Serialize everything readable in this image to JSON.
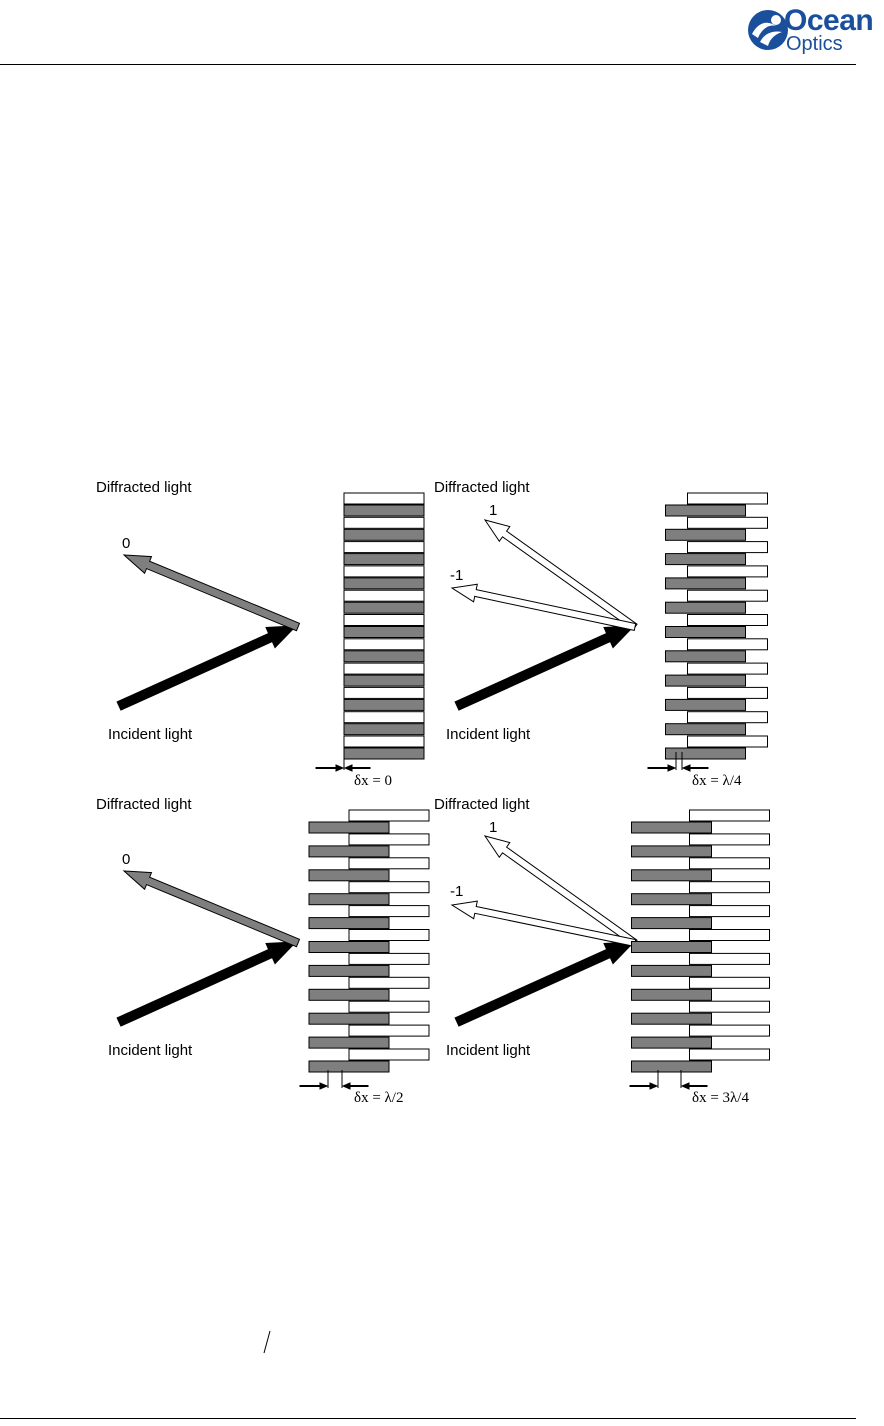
{
  "header": {
    "logo_text_line1": "Ocean",
    "logo_text_line2": "Optics",
    "logo_icon": "ocean-optics-wave-logo"
  },
  "figure": {
    "panels": [
      {
        "id": "a",
        "diffracted_label": "Diffracted  light",
        "incident_label": "Incident light",
        "order_labels": [
          "0"
        ],
        "delta_label": "δx = 0",
        "mirror_offset_fraction": 0
      },
      {
        "id": "b",
        "diffracted_label": "Diffracted  light",
        "incident_label": "Incident light",
        "order_labels": [
          "1",
          "-1"
        ],
        "delta_label": "δx = λ/4",
        "mirror_offset_fraction": 0.25
      },
      {
        "id": "c",
        "diffracted_label": "Diffracted  light",
        "incident_label": "Incident light",
        "order_labels": [
          "0"
        ],
        "delta_label": "δx = λ/2",
        "mirror_offset_fraction": 0.5
      },
      {
        "id": "d",
        "diffracted_label": "Diffracted  light",
        "incident_label": "Incident light",
        "order_labels": [
          "1",
          "-1"
        ],
        "delta_label": "δx = 3λ/4",
        "mirror_offset_fraction": 0.75
      }
    ],
    "colors": {
      "ribbon_fill": "#7f7f7f",
      "reference_fill": "#ffffff",
      "incident_arrow": "#000000",
      "zero_order_arrow": "#7f7f7f",
      "first_order_arrow": "#ffffff"
    }
  }
}
